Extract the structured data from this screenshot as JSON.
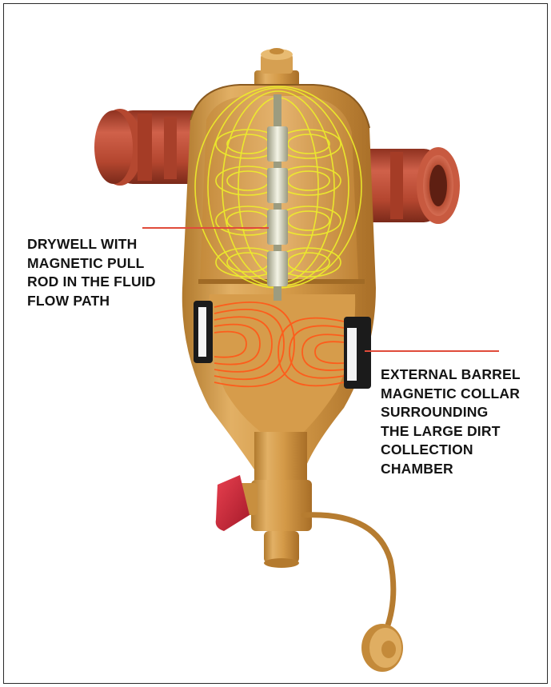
{
  "callouts": {
    "drywell": {
      "text": "DRYWELL WITH\nMAGNETIC PULL\nROD IN THE FLUID\nFLOW PATH"
    },
    "collar": {
      "text": "EXTERNAL BARREL\nMAGNETIC COLLAR\nSURROUNDING\nTHE LARGE DIRT\nCOLLECTION\nCHAMBER"
    }
  },
  "colors": {
    "brass": "#d9a44f",
    "brass_dark": "#a8712a",
    "pipe_red": "#b8482d",
    "field_yellow": "#f2f226",
    "field_orange": "#ff5a1a",
    "leader_red": "#e04b3a",
    "handle_red": "#d8273a"
  },
  "icons": {
    "valve_handle": "red-lever-handle",
    "drain_cap": "tethered-drain-cap"
  }
}
